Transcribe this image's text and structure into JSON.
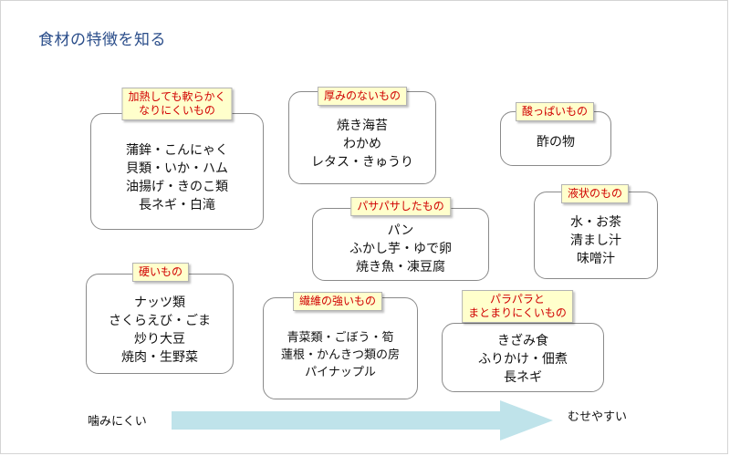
{
  "title": "食材の特徴を知る",
  "cards": [
    {
      "id": "soft",
      "tag": [
        "加熱しても軟らかく",
        "なりにくいもの"
      ],
      "items": [
        "蒲鉾・こんにゃく",
        "貝類・いか・ハム",
        "油揚げ・きのこ類",
        "長ネギ・白滝"
      ]
    },
    {
      "id": "thin",
      "tag": [
        "厚みのないもの"
      ],
      "items": [
        "焼き海苔",
        "わかめ",
        "レタス・きゅうり"
      ]
    },
    {
      "id": "sour",
      "tag": [
        "酸っぱいもの"
      ],
      "items": [
        "酢の物"
      ]
    },
    {
      "id": "dry",
      "tag": [
        "パサパサしたもの"
      ],
      "items": [
        "パン",
        "ふかし芋・ゆで卵",
        "焼き魚・凍豆腐"
      ]
    },
    {
      "id": "liquid",
      "tag": [
        "液状のもの"
      ],
      "items": [
        "水・お茶",
        "清まし汁",
        "味噌汁"
      ]
    },
    {
      "id": "hard",
      "tag": [
        "硬いもの"
      ],
      "items": [
        "ナッツ類",
        "さくらえび・ごま",
        "炒り大豆",
        "焼肉・生野菜"
      ]
    },
    {
      "id": "fiber",
      "tag": [
        "繊維の強いもの"
      ],
      "items": [
        "青菜類・ごぼう・筍",
        "蓮根・かんきつ類の房",
        "パイナップル"
      ]
    },
    {
      "id": "crumbly",
      "tag": [
        "パラパラと",
        "まとまりにくいもの"
      ],
      "items": [
        "きざみ食",
        "ふりかけ・佃煮",
        "長ネギ"
      ]
    }
  ],
  "axis": {
    "left_label": "噛みにくい",
    "right_label": "むせやすい"
  },
  "colors": {
    "title": "#2a4d8a",
    "tag_text": "#d00000",
    "tag_bg": "#ffffcc",
    "arrow": "#bfe3ea"
  }
}
